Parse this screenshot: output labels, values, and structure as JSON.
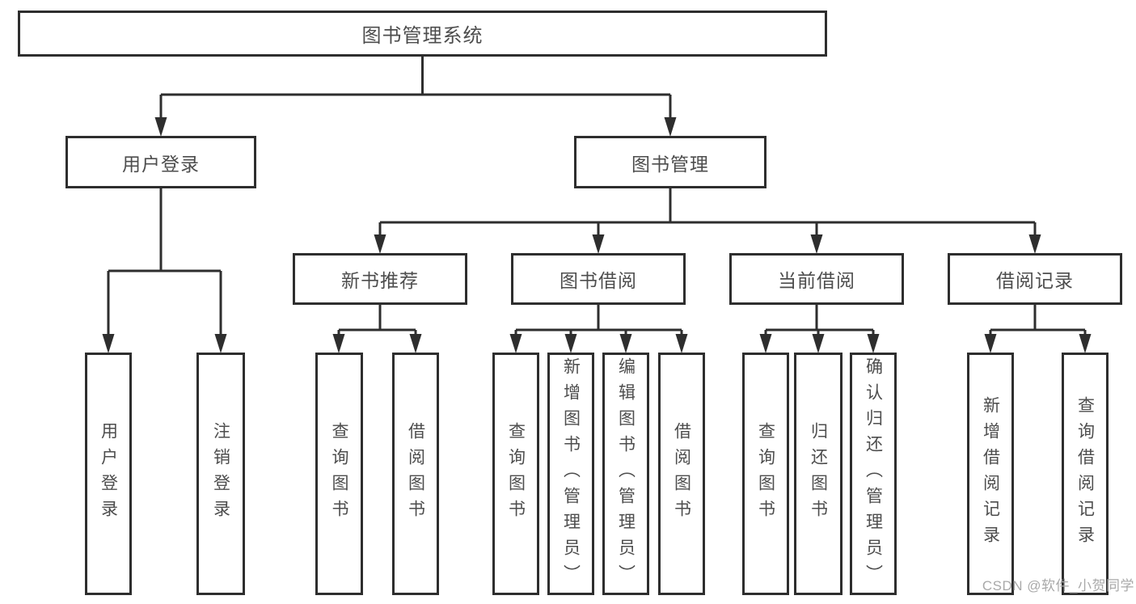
{
  "diagram": {
    "title": "图书管理系统",
    "type": "hierarchy-tree",
    "colors": {
      "line": "#2e2e2e",
      "box_border": "#2e2e2e",
      "box_fill": "#ffffff",
      "label_text": "#4d4d4d",
      "watermark_text": "#a9a9a9",
      "background": "#ffffff"
    }
  },
  "nodes": {
    "root": {
      "label": "图书管理系统"
    },
    "user_login": {
      "label": "用户登录"
    },
    "book_management": {
      "label": "图书管理"
    },
    "new_book_recommendation": {
      "label": "新书推荐"
    },
    "book_borrowing": {
      "label": "图书借阅"
    },
    "current_borrowing": {
      "label": "当前借阅"
    },
    "borrowing_records": {
      "label": "借阅记录"
    },
    "leaf_user_login": {
      "label": "用户登录"
    },
    "leaf_logout": {
      "label": "注销登录"
    },
    "leaf_nb_query_books": {
      "label": "查询图书"
    },
    "leaf_nb_borrow_books": {
      "label": "借阅图书"
    },
    "leaf_bb_query_books": {
      "label": "查询图书"
    },
    "leaf_bb_add_books_admin": {
      "label": "新增图书（管理员）"
    },
    "leaf_bb_edit_books_admin": {
      "label": "编辑图书（管理员）"
    },
    "leaf_bb_borrow_books": {
      "label": "借阅图书"
    },
    "leaf_cb_query_books": {
      "label": "查询图书"
    },
    "leaf_cb_return_books": {
      "label": "归还图书"
    },
    "leaf_cb_confirm_return_admin": {
      "label": "确认归还（管理员）"
    },
    "leaf_br_add_record": {
      "label": "新增借阅记录"
    },
    "leaf_br_query_record": {
      "label": "查询借阅记录"
    }
  },
  "watermark": {
    "text": "CSDN @软件_小贺同学"
  }
}
